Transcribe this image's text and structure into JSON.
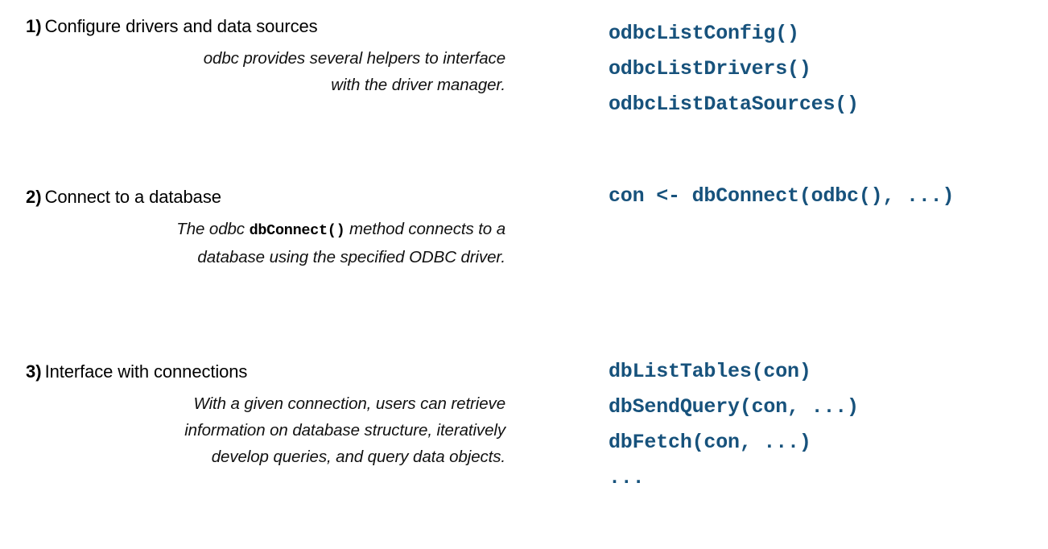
{
  "slide": {
    "background_color": "#ffffff",
    "heading_color": "#000000",
    "code_color": "#17527C"
  },
  "steps": [
    {
      "number": "1)",
      "title": "Configure drivers and data sources",
      "description_line_1": "odbc provides several helpers to interface",
      "description_line_2": "with the driver manager.",
      "code": [
        "odbcListConfig()",
        "odbcListDrivers()",
        "odbcListDataSources()"
      ]
    },
    {
      "number": "2)",
      "title": "Connect to a database",
      "description_pre": "The odbc ",
      "description_code": "dbConnect()",
      "description_post": " method connects to a",
      "description_line_2": "database using the specified ODBC driver.",
      "code": [
        "con <- dbConnect(odbc(), ...)"
      ]
    },
    {
      "number": "3)",
      "title": "Interface with connections",
      "description_line_1": "With a given connection, users can retrieve",
      "description_line_2": "information on database structure, iteratively",
      "description_line_3": "develop queries, and query data objects.",
      "code": [
        "dbListTables(con)",
        "dbSendQuery(con, ...)",
        "dbFetch(con, ...)",
        "..."
      ]
    }
  ]
}
